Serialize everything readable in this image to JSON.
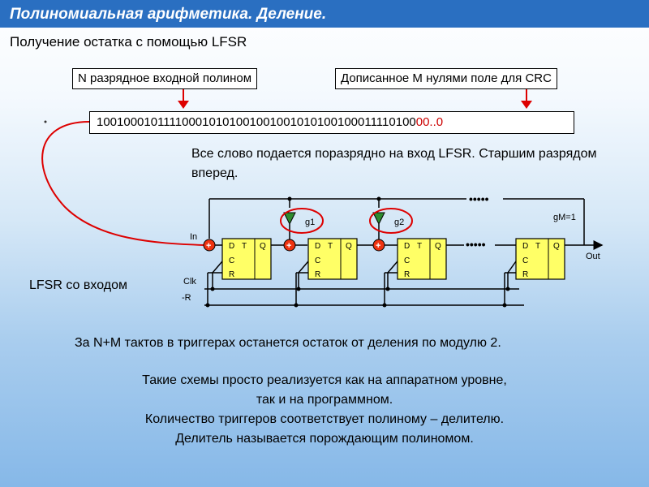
{
  "title": "Полиномиальная арифметика. Деление.",
  "subtitle": "Получение остатка с помощью LFSR",
  "labels": {
    "input_poly": "N разрядное входной полином",
    "padded_field": "Дописанное M нулями поле для CRC"
  },
  "bitstream": {
    "data_bits": "100100010111100010101001001001010100100011110100",
    "zero_bits": "00..0"
  },
  "description": "Все слово подается поразрядно на вход LFSR. Старшим разрядом вперед.",
  "lfsr_label": "LFSR со входом",
  "result_text": "За N+M тактов в триггерах останется остаток от деления по модулю 2.",
  "notes": [
    "Такие схемы просто реализуется как на аппаратном уровне,",
    "так и на программном.",
    "Количество триггеров соответствует полиному – делителю.",
    "Делитель называется порождающим полиномом."
  ],
  "circuit": {
    "in_label": "In",
    "clk_label": "Clk",
    "reset_label": "-R",
    "out_label": "Out",
    "gm_label": "gM=1",
    "ff_d": "D",
    "ff_c": "C",
    "ff_r": "R",
    "ff_t": "T",
    "ff_q": "Q",
    "taps": [
      "g1",
      "g2"
    ],
    "xor_symbol": "+"
  },
  "colors": {
    "title_bar": "#2a6fc1",
    "flip_flop": "#ffff66",
    "xor": "#ee3311",
    "tap_triangle": "#2e8b2e",
    "arrow_red": "#dd0000",
    "wire": "#000000",
    "highlight_ring": "#dd0000"
  }
}
